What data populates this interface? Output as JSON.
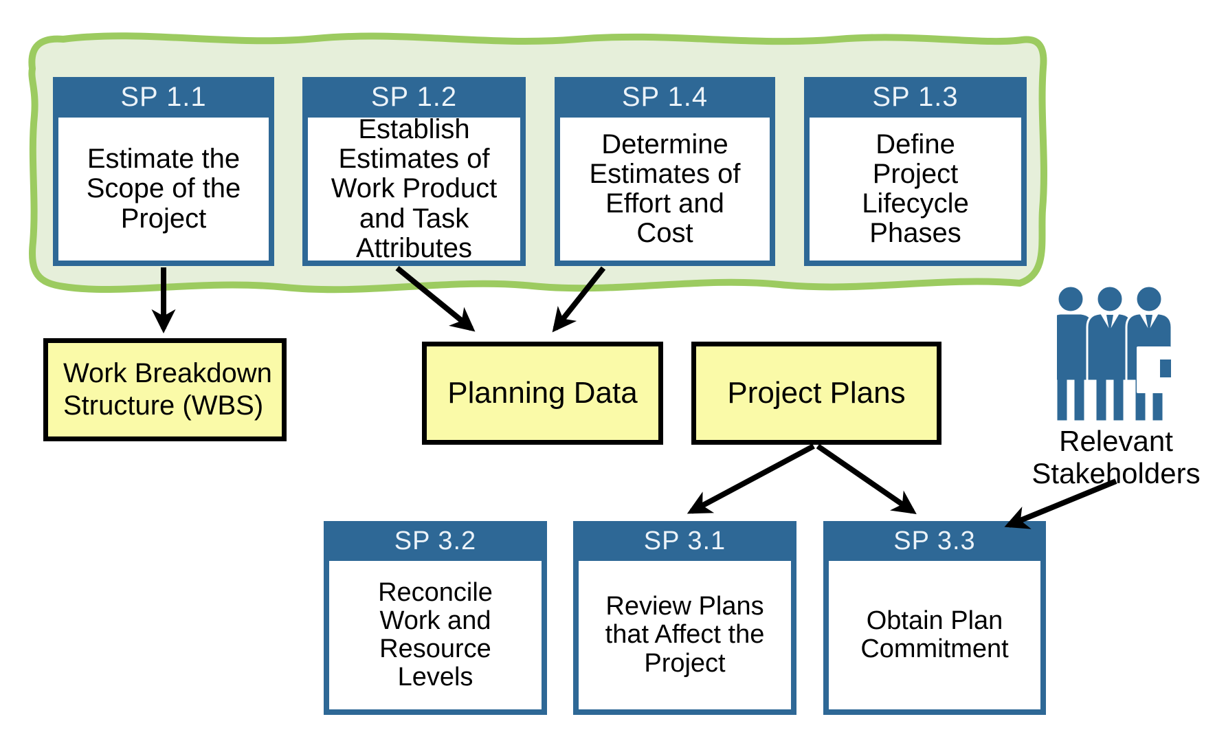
{
  "diagram_type": "process-flow",
  "colors": {
    "box_blue": "#2E6896",
    "header_text": "#ECF3F9",
    "artifact_yellow": "#FAFAA8",
    "group_border_green": "#9CCB60",
    "group_fill_green": "#E6EFDA",
    "arrow_black": "#000000"
  },
  "top_row": [
    {
      "id": "SP 1.1",
      "label": "Estimate the\nScope of the\nProject"
    },
    {
      "id": "SP 1.2",
      "label": "Establish\nEstimates of\nWork Product\nand Task\nAttributes"
    },
    {
      "id": "SP 1.4",
      "label": "Determine\nEstimates of\nEffort and\nCost"
    },
    {
      "id": "SP 1.3",
      "label": "Define\nProject\nLifecycle\nPhases"
    }
  ],
  "artifacts": [
    {
      "label": "Work Breakdown\nStructure (WBS)"
    },
    {
      "label": "Planning Data"
    },
    {
      "label": "Project Plans"
    }
  ],
  "bottom_row": [
    {
      "id": "SP 3.2",
      "label": "Reconcile\nWork and\nResource\nLevels"
    },
    {
      "id": "SP 3.1",
      "label": "Review Plans\nthat Affect the\nProject"
    },
    {
      "id": "SP 3.3",
      "label": "Obtain Plan\nCommitment"
    }
  ],
  "stakeholders": {
    "label": "Relevant\nStakeholders",
    "icon": "people-group-icon"
  },
  "edges": [
    {
      "from": "SP 1.1",
      "to": "Work Breakdown Structure (WBS)"
    },
    {
      "from": "SP 1.2",
      "to": "Planning Data"
    },
    {
      "from": "SP 1.4",
      "to": "Planning Data"
    },
    {
      "from": "Project Plans",
      "to": "SP 3.1"
    },
    {
      "from": "Project Plans",
      "to": "SP 3.3"
    },
    {
      "from": "Relevant Stakeholders",
      "to": "SP 3.3"
    }
  ]
}
